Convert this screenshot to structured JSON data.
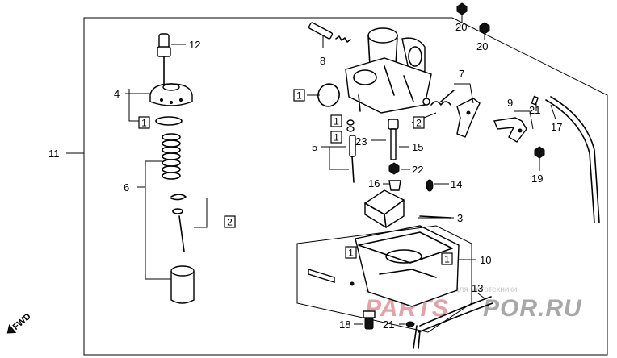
{
  "callouts": {
    "n3": "3",
    "n4": "4",
    "n5": "5",
    "n6": "6",
    "n7": "7",
    "n8": "8",
    "n9": "9",
    "n10": "10",
    "n11": "11",
    "n12": "12",
    "n13": "13",
    "n14": "14",
    "n15": "15",
    "n16": "16",
    "n17": "17",
    "n18": "18",
    "n19": "19",
    "n20a": "20",
    "n20b": "20",
    "n21a": "21",
    "n21b": "21",
    "n22": "22",
    "n23": "23"
  },
  "boxes": {
    "b1a": "1",
    "b1b": "1",
    "b1c": "1",
    "b1d": "1",
    "b1e": "1",
    "b1f": "1",
    "b2a": "2",
    "b2b": "2"
  },
  "direction_label": "FWD",
  "watermark": {
    "caption": "Запчасти и аксессуары для мототехники",
    "brand_left": "PARTS",
    "brand_right": "POR.RU",
    "brand_left_color": "#e8a0a8",
    "brand_right_color": "#a8a8a8"
  }
}
